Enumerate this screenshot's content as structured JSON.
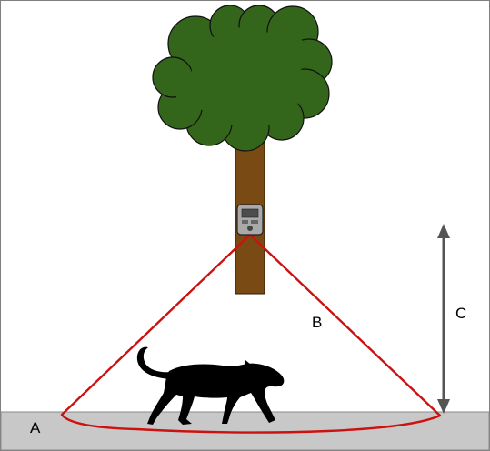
{
  "labels": {
    "a": "A",
    "b": "B",
    "c": "C"
  },
  "colors": {
    "border": "#7f7f7f",
    "ground": "#c8c8c8",
    "foliage": "#33661a",
    "trunk": "#7a4a14",
    "camera_body": "#a9a9a9",
    "detection_zone": "#cc1111",
    "animal": "#000000",
    "height_arrow": "#555555"
  },
  "icons": {
    "tree": "tree-icon",
    "camera": "trail-camera-icon",
    "animal": "panther-silhouette"
  }
}
